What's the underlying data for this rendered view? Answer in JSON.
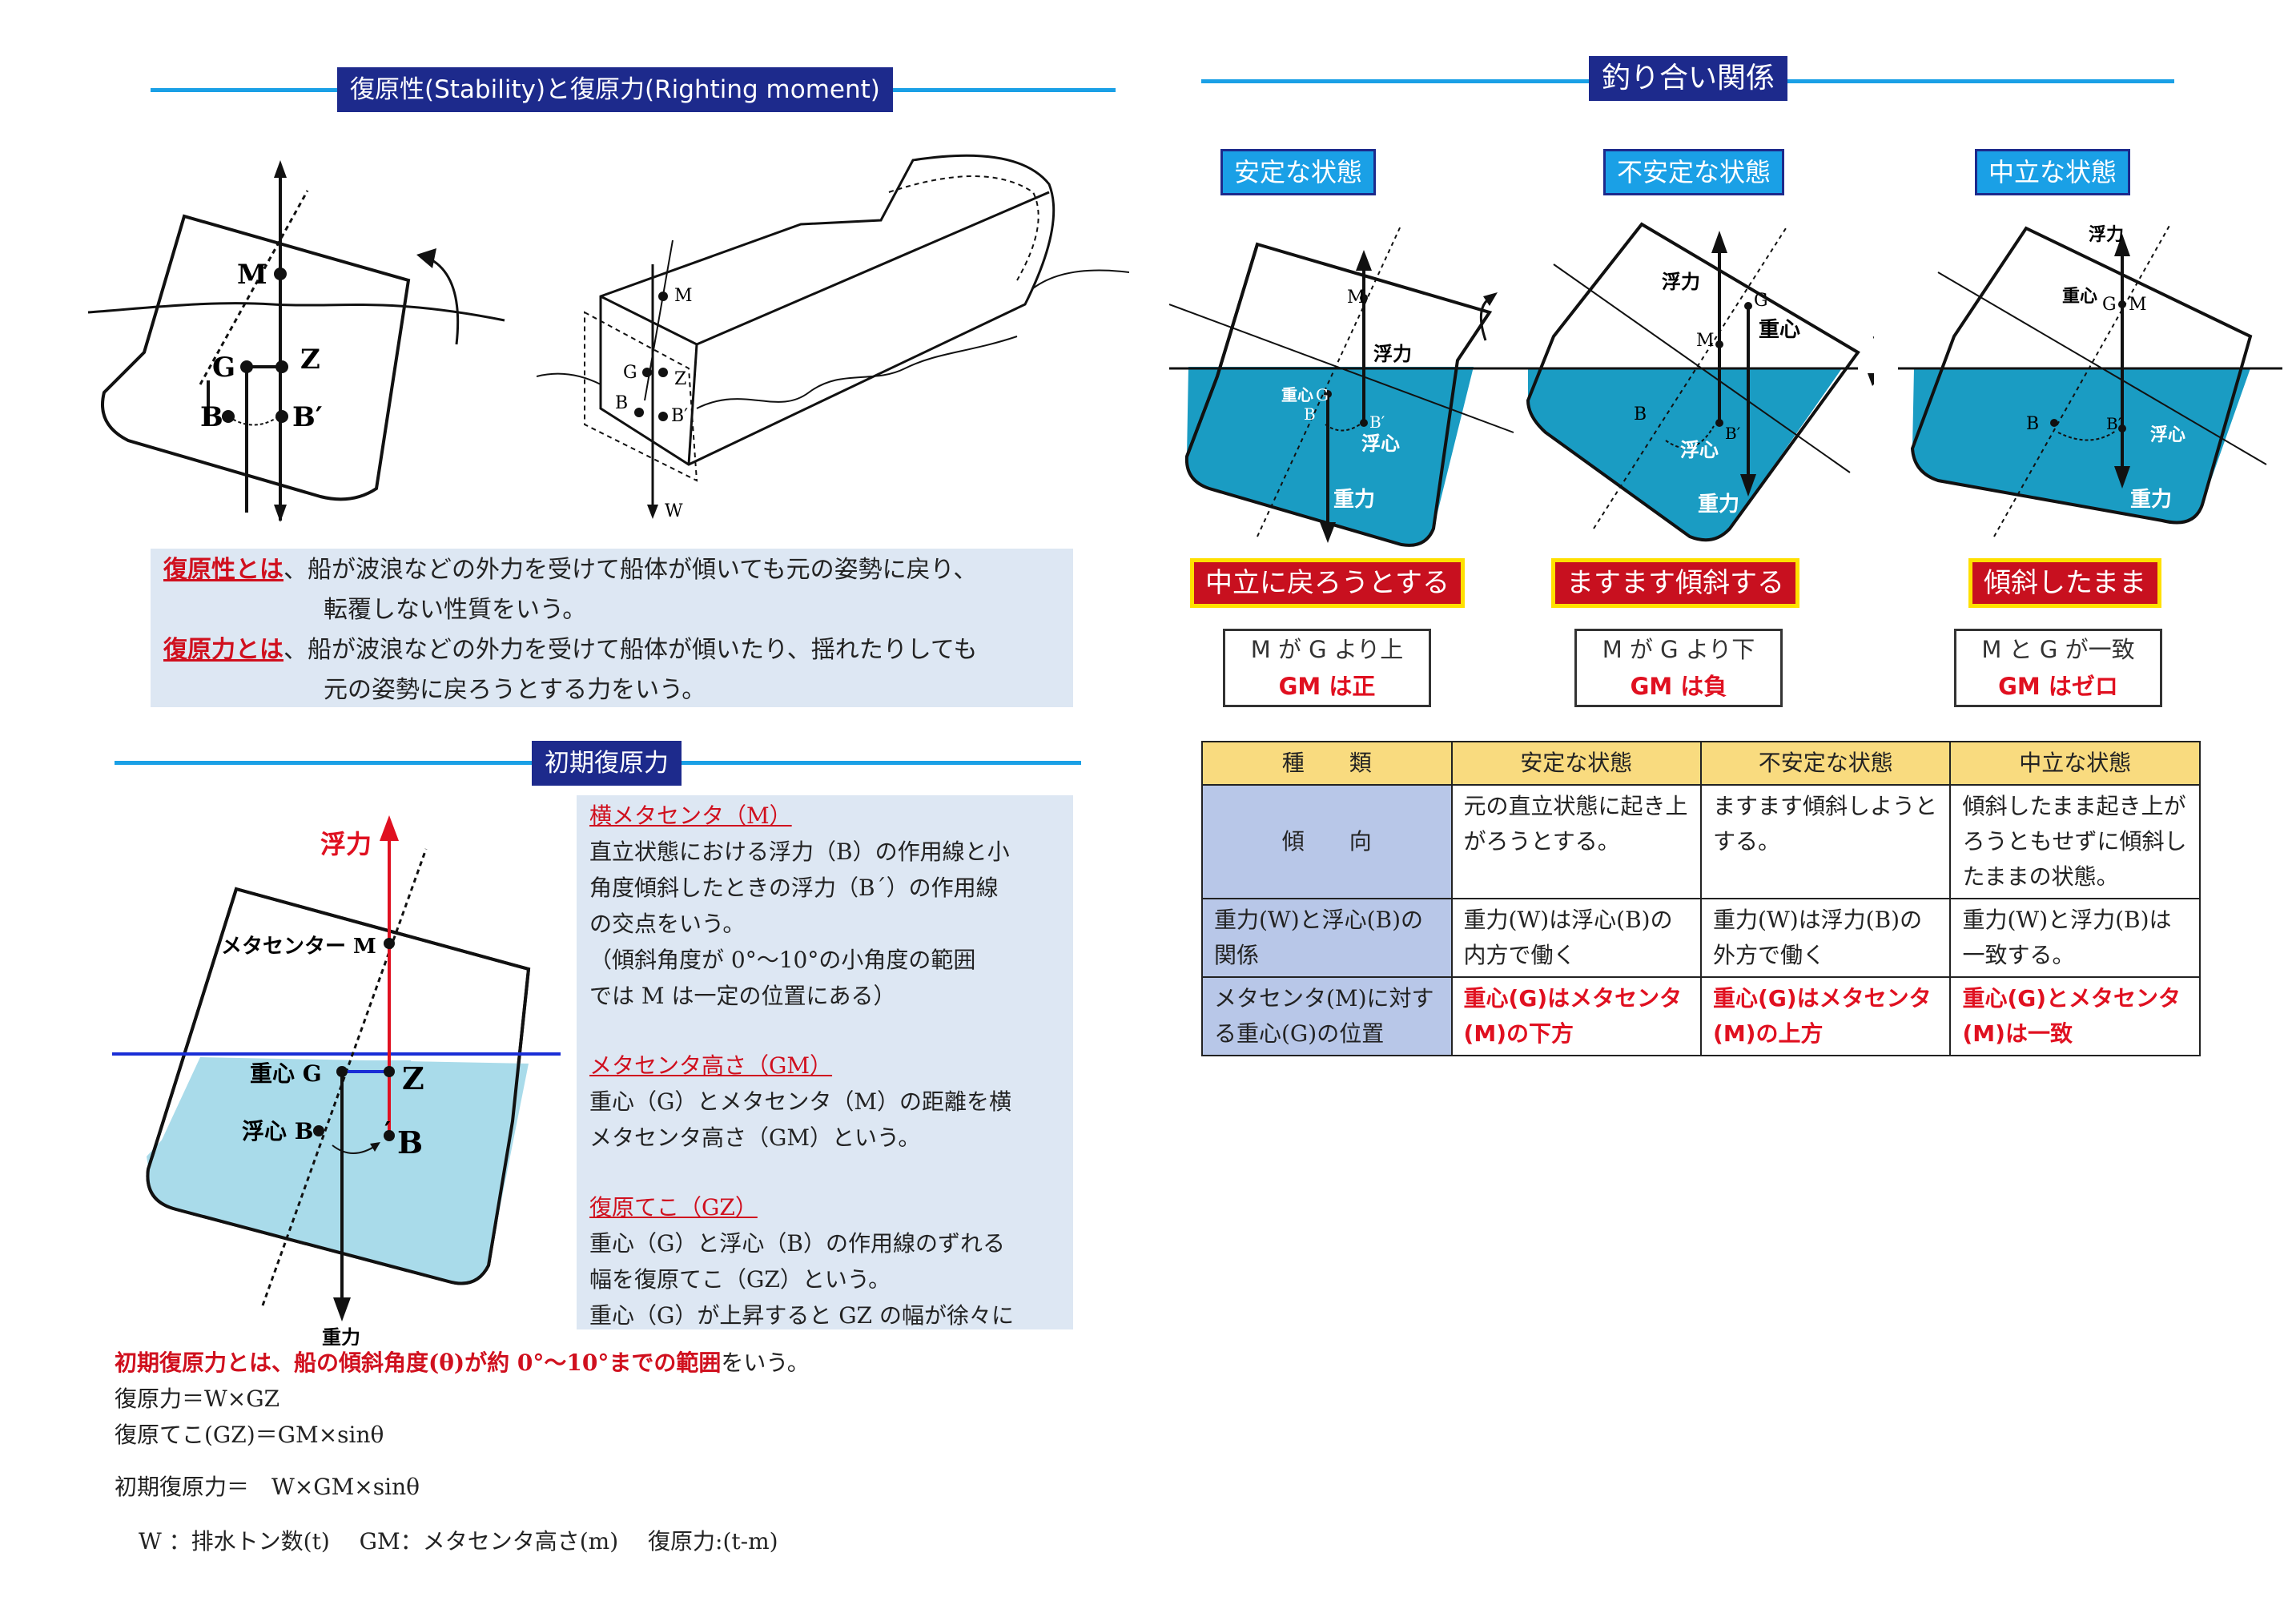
{
  "left": {
    "section1_title": "復原性(Stability)と復原力(Righting moment)",
    "diagram1_labels": {
      "m": "M",
      "g": "G",
      "z": "Z",
      "b": "B",
      "b_prime": "B′"
    },
    "diagram2_labels": {
      "m": "M",
      "g": "G",
      "z": "Z",
      "b": "B",
      "b_prime": "B′",
      "w": "W"
    },
    "stability_term": "復原性とは",
    "stability_line1": "、船が波浪などの外力を受けて船体が傾いても元の姿勢に戻り、",
    "stability_line2": "転覆しない性質をいう。",
    "righting_term": "復原力とは",
    "righting_line1": "、船が波浪などの外力を受けて船体が傾いたり、揺れたりしても",
    "righting_line2": "元の姿勢に戻ろうとする力をいう。",
    "section2_title": "初期復原力",
    "diagram3_labels": {
      "buoyancy": "浮力",
      "metacenter": "メタセンター M",
      "gravity_center": "重心 G",
      "z": "Z",
      "buoyancy_center": "浮心 B",
      "b_prime": "B",
      "prime_mark": "′",
      "gravity": "重力"
    },
    "metacenter_head": "横メタセンタ（M）",
    "metacenter_lines": [
      "直立状態における浮力（B）の作用線と小",
      "角度傾斜したときの浮力（B´）の作用線",
      "の交点をいう。",
      "（傾斜角度が 0°～10°の小角度の範囲",
      "では M は一定の位置にある）"
    ],
    "gm_head": "メタセンタ高さ（GM）",
    "gm_lines": [
      "重心（G）とメタセンタ（M）の距離を横",
      "メタセンタ高さ（GM）という。"
    ],
    "gz_head": "復原てこ（GZ）",
    "gz_lines": [
      "重心（G）と浮心（B）の作用線のずれる",
      "幅を復原てこ（GZ）という。",
      "重心（G）が上昇すると GZ の幅が徐々に"
    ],
    "initial_def_red": "初期復原力とは、船の傾斜角度(θ)が約 0°～10°までの範囲",
    "initial_def_tail": "をいう。",
    "formula1": "復原力＝W×GZ",
    "formula2": "復原てこ(GZ)＝GM×sinθ",
    "formula3": "初期復原力＝　W×GM×sinθ",
    "legend": "W ：排水トン数(t)　 GM：メタセンタ高さ(m)　 復原力:(t-m)"
  },
  "right": {
    "section_title": "釣り合い関係",
    "states": [
      {
        "title": "安定な状態",
        "result": "中立に戻ろうとする",
        "gm_line1": "M が G より上",
        "gm_line2": "GM は正",
        "labels": {
          "m": "M",
          "buoyancy": "浮力",
          "gravity_center": "重心",
          "g": "G",
          "b": "B",
          "b_prime": "B′",
          "buoyancy_center": "浮心",
          "gravity": "重力"
        }
      },
      {
        "title": "不安定な状態",
        "result": "ますます傾斜する",
        "gm_line1": "M が G より下",
        "gm_line2": "GM は負",
        "labels": {
          "buoyancy": "浮力",
          "g": "G",
          "m": "M",
          "gravity_center": "重心",
          "b": "B",
          "b_prime": "B′",
          "buoyancy_center": "浮心",
          "gravity": "重力"
        }
      },
      {
        "title": "中立な状態",
        "result": "傾斜したまま",
        "gm_line1": "M と G が一致",
        "gm_line2": "GM はゼロ",
        "labels": {
          "buoyancy": "浮力",
          "gravity_center": "重心",
          "g": "G",
          "m": "M",
          "b": "B",
          "b_prime": "B′",
          "buoyancy_center": "浮心",
          "gravity": "重力"
        }
      }
    ],
    "table": {
      "header": [
        "種　　類",
        "安定な状態",
        "不安定な状態",
        "中立な状態"
      ],
      "rows": [
        {
          "head": "傾　　向",
          "cells": [
            "元の直立状態に起き上がろうとする。",
            "ますます傾斜しようとする。",
            "傾斜したまま起き上がろうともせずに傾斜したままの状態。"
          ]
        },
        {
          "head": "重力(W)と浮心(B)の関係",
          "cells": [
            "重力(W)は浮心(B)の内方で働く",
            "重力(W)は浮力(B)の外方で働く",
            "重力(W)と浮力(B)は一致する。"
          ]
        },
        {
          "head": "メタセンタ(M)に対する重心(G)の位置",
          "cells": [
            "重心(G)はメタセンタ(M)の下方",
            "重心(G)はメタセンタ(M)の上方",
            "重心(G)とメタセンタ(M)は一致"
          ]
        }
      ]
    },
    "colors": {
      "water": "#1a9cc3",
      "navy": "#1d2a8c",
      "accent_blue": "#1aa0e6",
      "red": "#c8101f"
    }
  }
}
